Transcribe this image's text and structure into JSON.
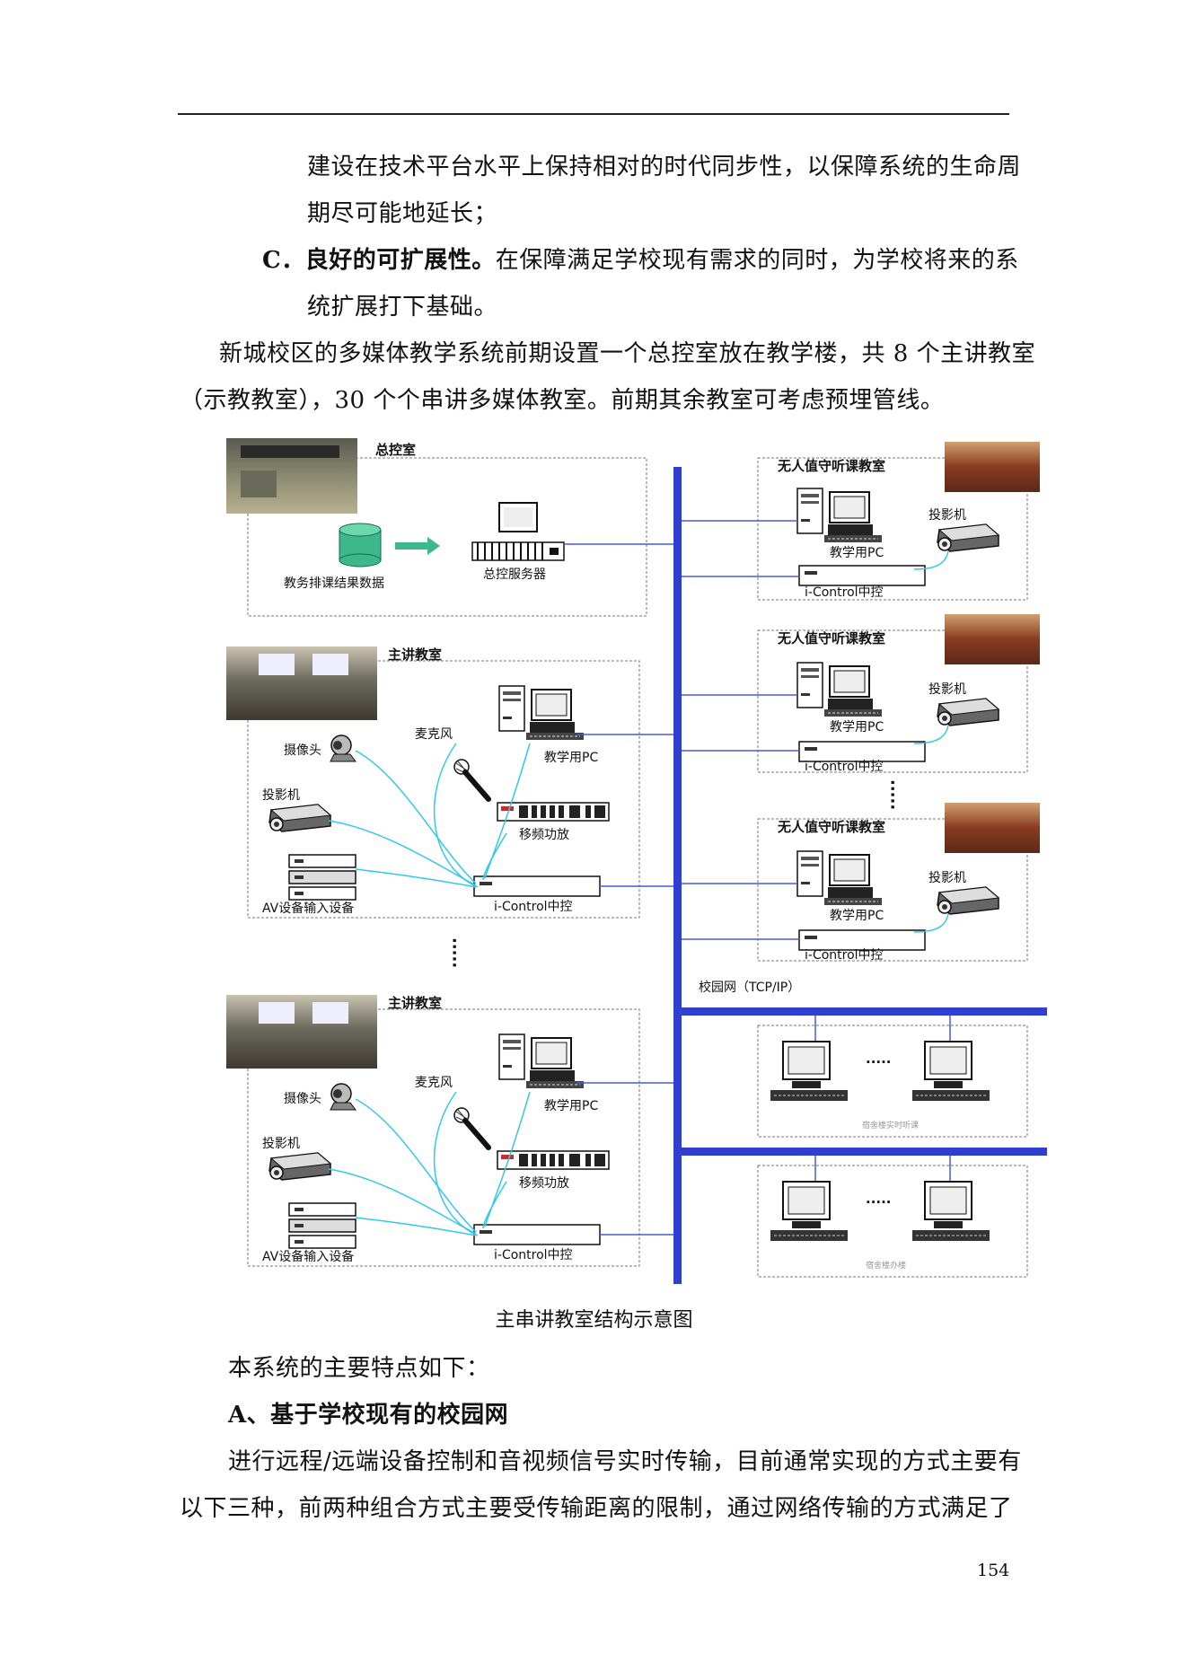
{
  "body": {
    "line1": "建设在技术平台水平上保持相对的时代同步性，以保障系统的生命周",
    "line2": "期尽可能地延长；",
    "item_c_prefix": "C．",
    "item_c_bold": "良好的可扩展性。",
    "item_c_text": "在保障满足学校现有需求的同时，为学校将来的系",
    "line4": "统扩展打下基础。",
    "para1_l1": "新城校区的多媒体教学系统前期设置一个总控室放在教学楼，共 8 个主讲教室",
    "para1_l2": "（示教教室），30 个个串讲多媒体教室。前期其余教室可考虑预埋管线。",
    "features_intro": "本系统的主要特点如下：",
    "section_a": "A、基于学校现有的校园网",
    "para2_l1": "进行远程/远端设备控制和音视频信号实时传输，目前通常实现的方式主要有",
    "para2_l2": "以下三种，前两种组合方式主要受传输距离的限制，通过网络传输的方式满足了"
  },
  "diagram": {
    "caption": "主串讲教室结构示意图",
    "control_room": {
      "title": "总控室",
      "db_label": "教务排课结果数据",
      "server_label": "总控服务器"
    },
    "main_classroom": {
      "title": "主讲教室",
      "camera": "摄像头",
      "projector": "投影机",
      "mic": "麦克风",
      "pc": "教学用PC",
      "amp": "移频功放",
      "av": "AV设备输入设备",
      "icontrol": "i-Control中控"
    },
    "listen_classroom": {
      "title": "无人值守听课教室",
      "projector": "投影机",
      "pc": "教学用PC",
      "icontrol": "i-Control中控"
    },
    "network_label": "校园网（TCP/IP）",
    "dots": "·····",
    "office_label": "宿舍楼实时听课",
    "dorm_label": "宿舍楼办楼"
  },
  "page_number": "154",
  "colors": {
    "bus": "#2f3fd0",
    "link_blue": "#4a5ad8",
    "link_cyan": "#33c9e6",
    "db": "#3db88a",
    "arrow": "#3db88a"
  }
}
